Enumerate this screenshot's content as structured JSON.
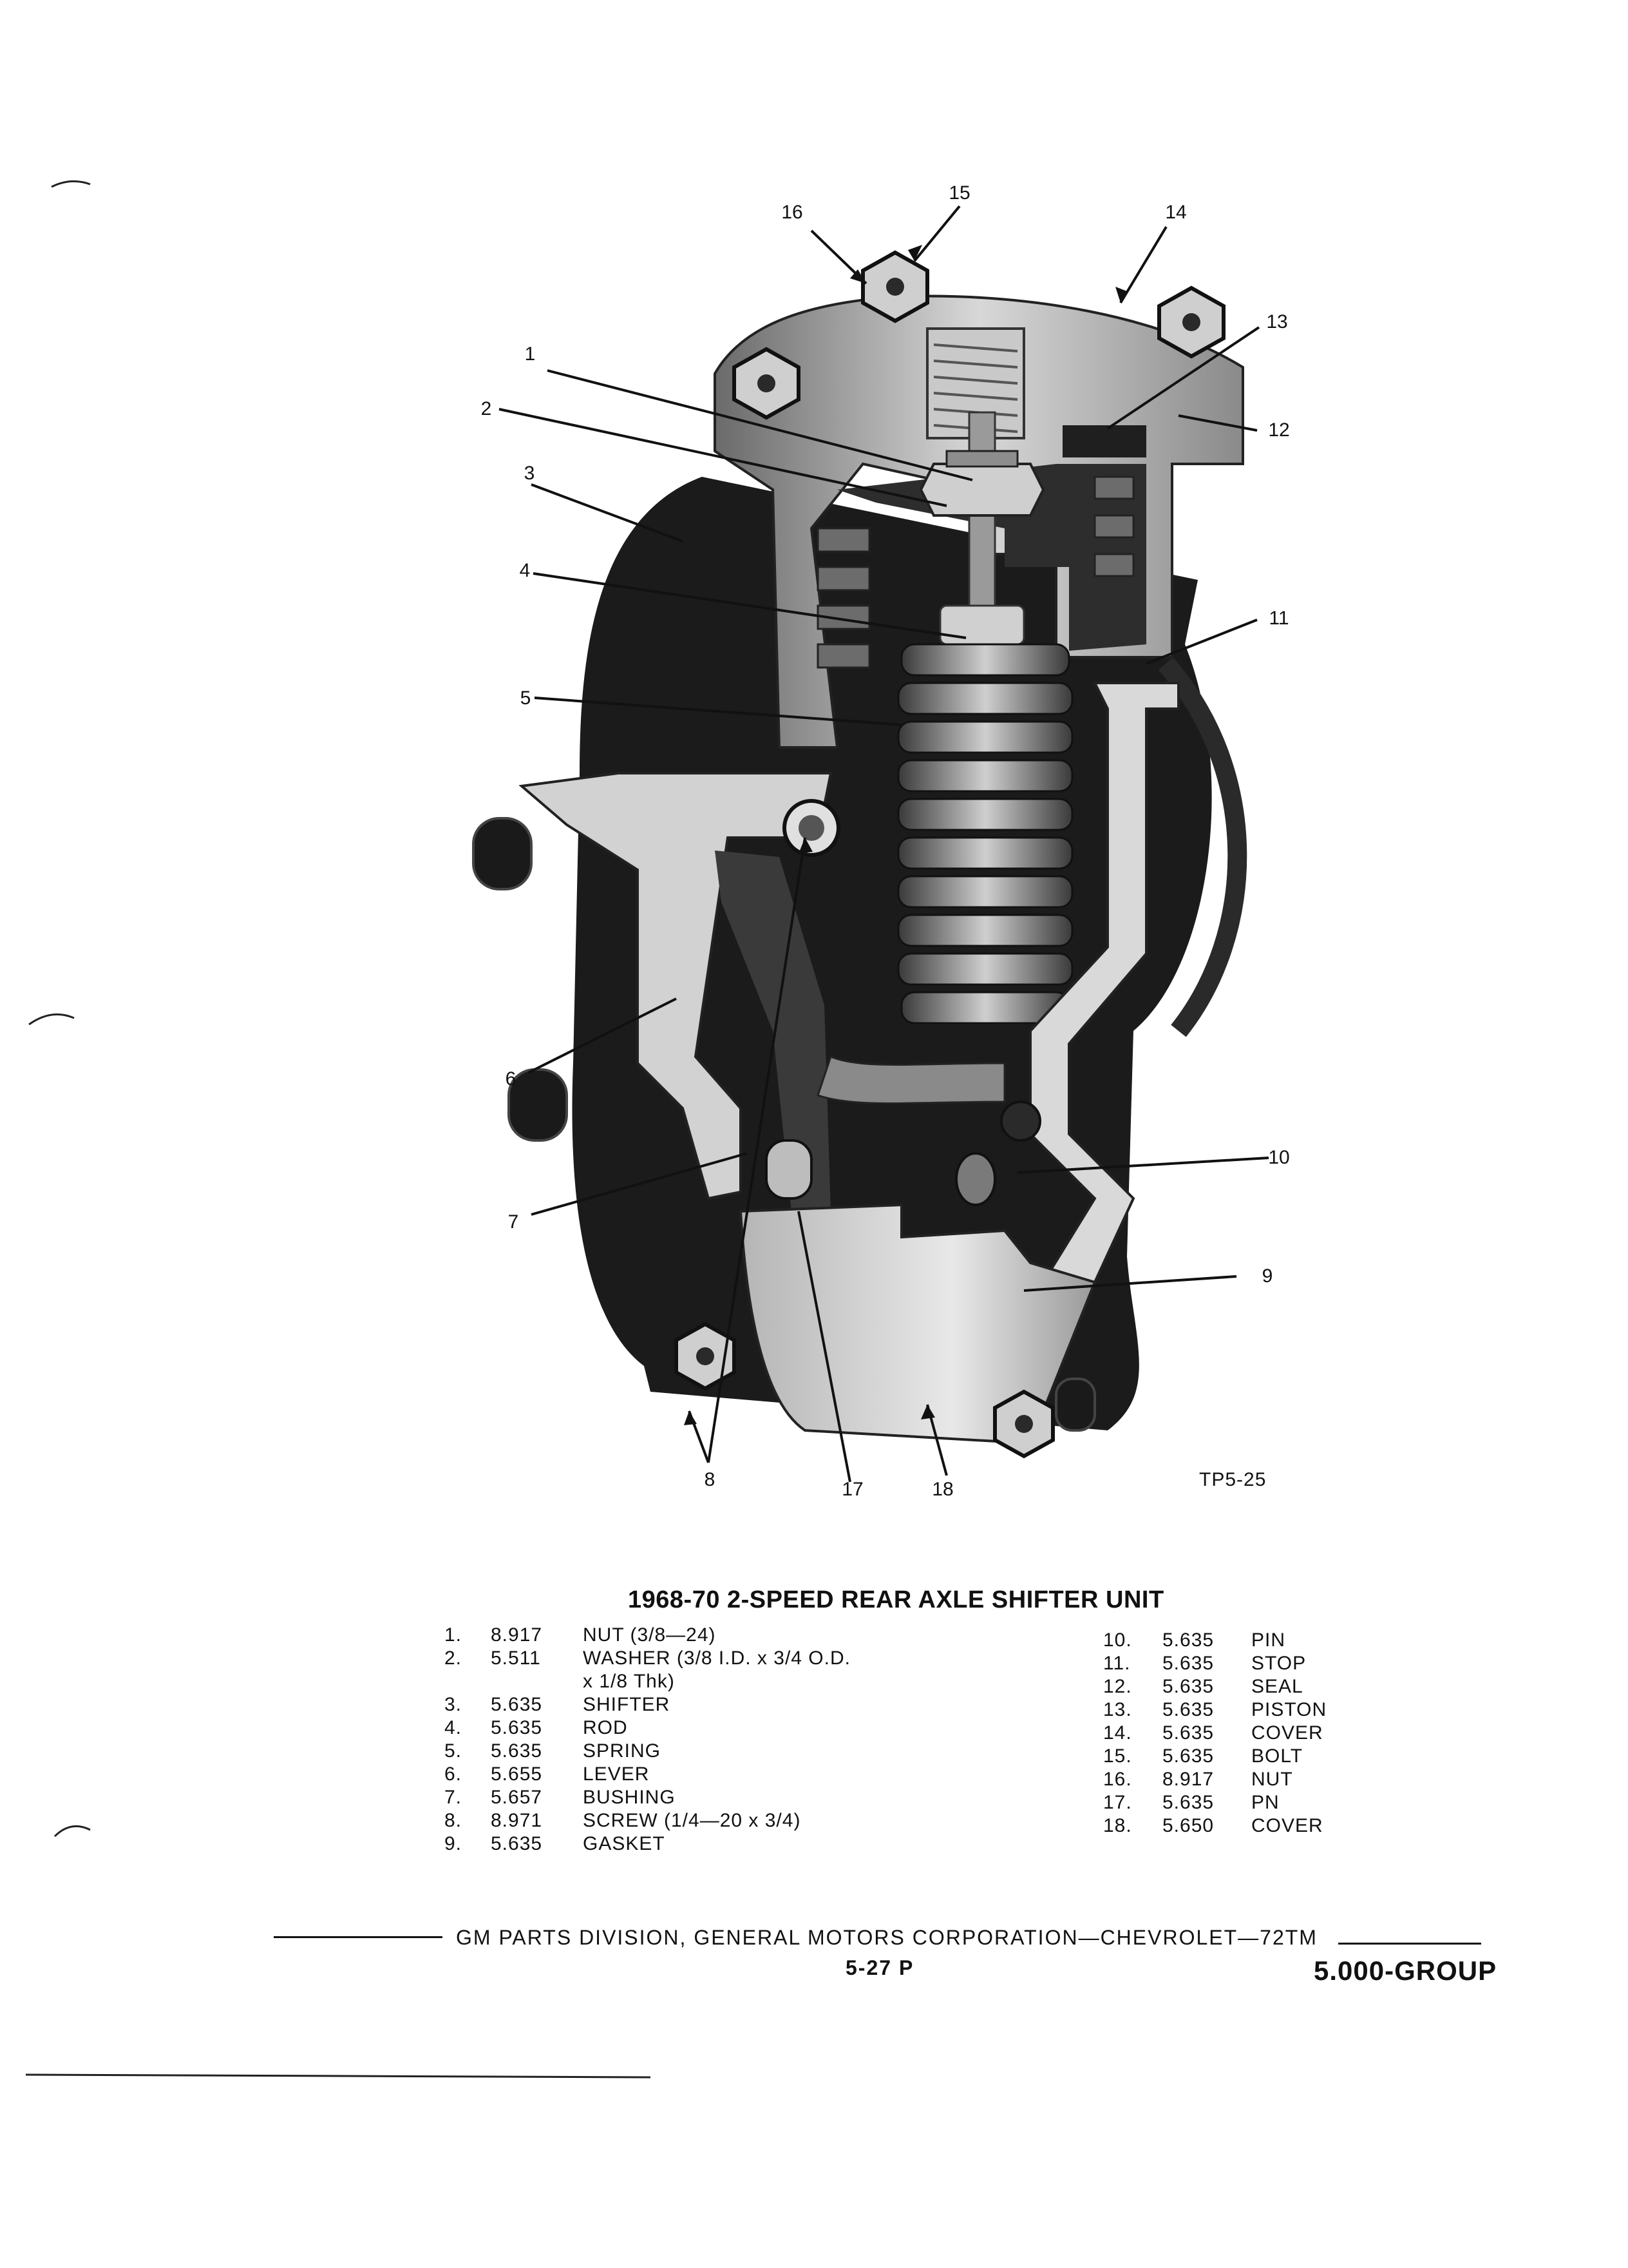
{
  "figure": {
    "reference": "TP5-25",
    "callouts": [
      "1",
      "2",
      "3",
      "4",
      "5",
      "6",
      "7",
      "8",
      "9",
      "10",
      "11",
      "12",
      "13",
      "14",
      "15",
      "16",
      "17",
      "18"
    ]
  },
  "parts_list": {
    "title": "1968-70 2-SPEED REAR AXLE SHIFTER UNIT",
    "left": [
      {
        "num": "1.",
        "code": "8.917",
        "desc": "NUT (3/8—24)"
      },
      {
        "num": "2.",
        "code": "5.511",
        "desc": "WASHER (3/8 I.D. x 3/4 O.D.",
        "desc2": "x 1/8 Thk)"
      },
      {
        "num": "3.",
        "code": "5.635",
        "desc": "SHIFTER"
      },
      {
        "num": "4.",
        "code": "5.635",
        "desc": "ROD"
      },
      {
        "num": "5.",
        "code": "5.635",
        "desc": "SPRING"
      },
      {
        "num": "6.",
        "code": "5.655",
        "desc": "LEVER"
      },
      {
        "num": "7.",
        "code": "5.657",
        "desc": "BUSHING"
      },
      {
        "num": "8.",
        "code": "8.971",
        "desc": "SCREW (1/4—20 x 3/4)"
      },
      {
        "num": "9.",
        "code": "5.635",
        "desc": "GASKET"
      }
    ],
    "right": [
      {
        "num": "10.",
        "code": "5.635",
        "desc": "PIN"
      },
      {
        "num": "11.",
        "code": "5.635",
        "desc": "STOP"
      },
      {
        "num": "12.",
        "code": "5.635",
        "desc": "SEAL"
      },
      {
        "num": "13.",
        "code": "5.635",
        "desc": "PISTON"
      },
      {
        "num": "14.",
        "code": "5.635",
        "desc": "COVER"
      },
      {
        "num": "15.",
        "code": "5.635",
        "desc": "BOLT"
      },
      {
        "num": "16.",
        "code": "8.917",
        "desc": "NUT"
      },
      {
        "num": "17.",
        "code": "5.635",
        "desc": "PN"
      },
      {
        "num": "18.",
        "code": "5.650",
        "desc": "COVER"
      }
    ]
  },
  "footer": {
    "text": "GM PARTS DIVISION, GENERAL MOTORS CORPORATION—CHEVROLET—72TM",
    "page": "5-27 P",
    "group": "5.000-GROUP"
  }
}
